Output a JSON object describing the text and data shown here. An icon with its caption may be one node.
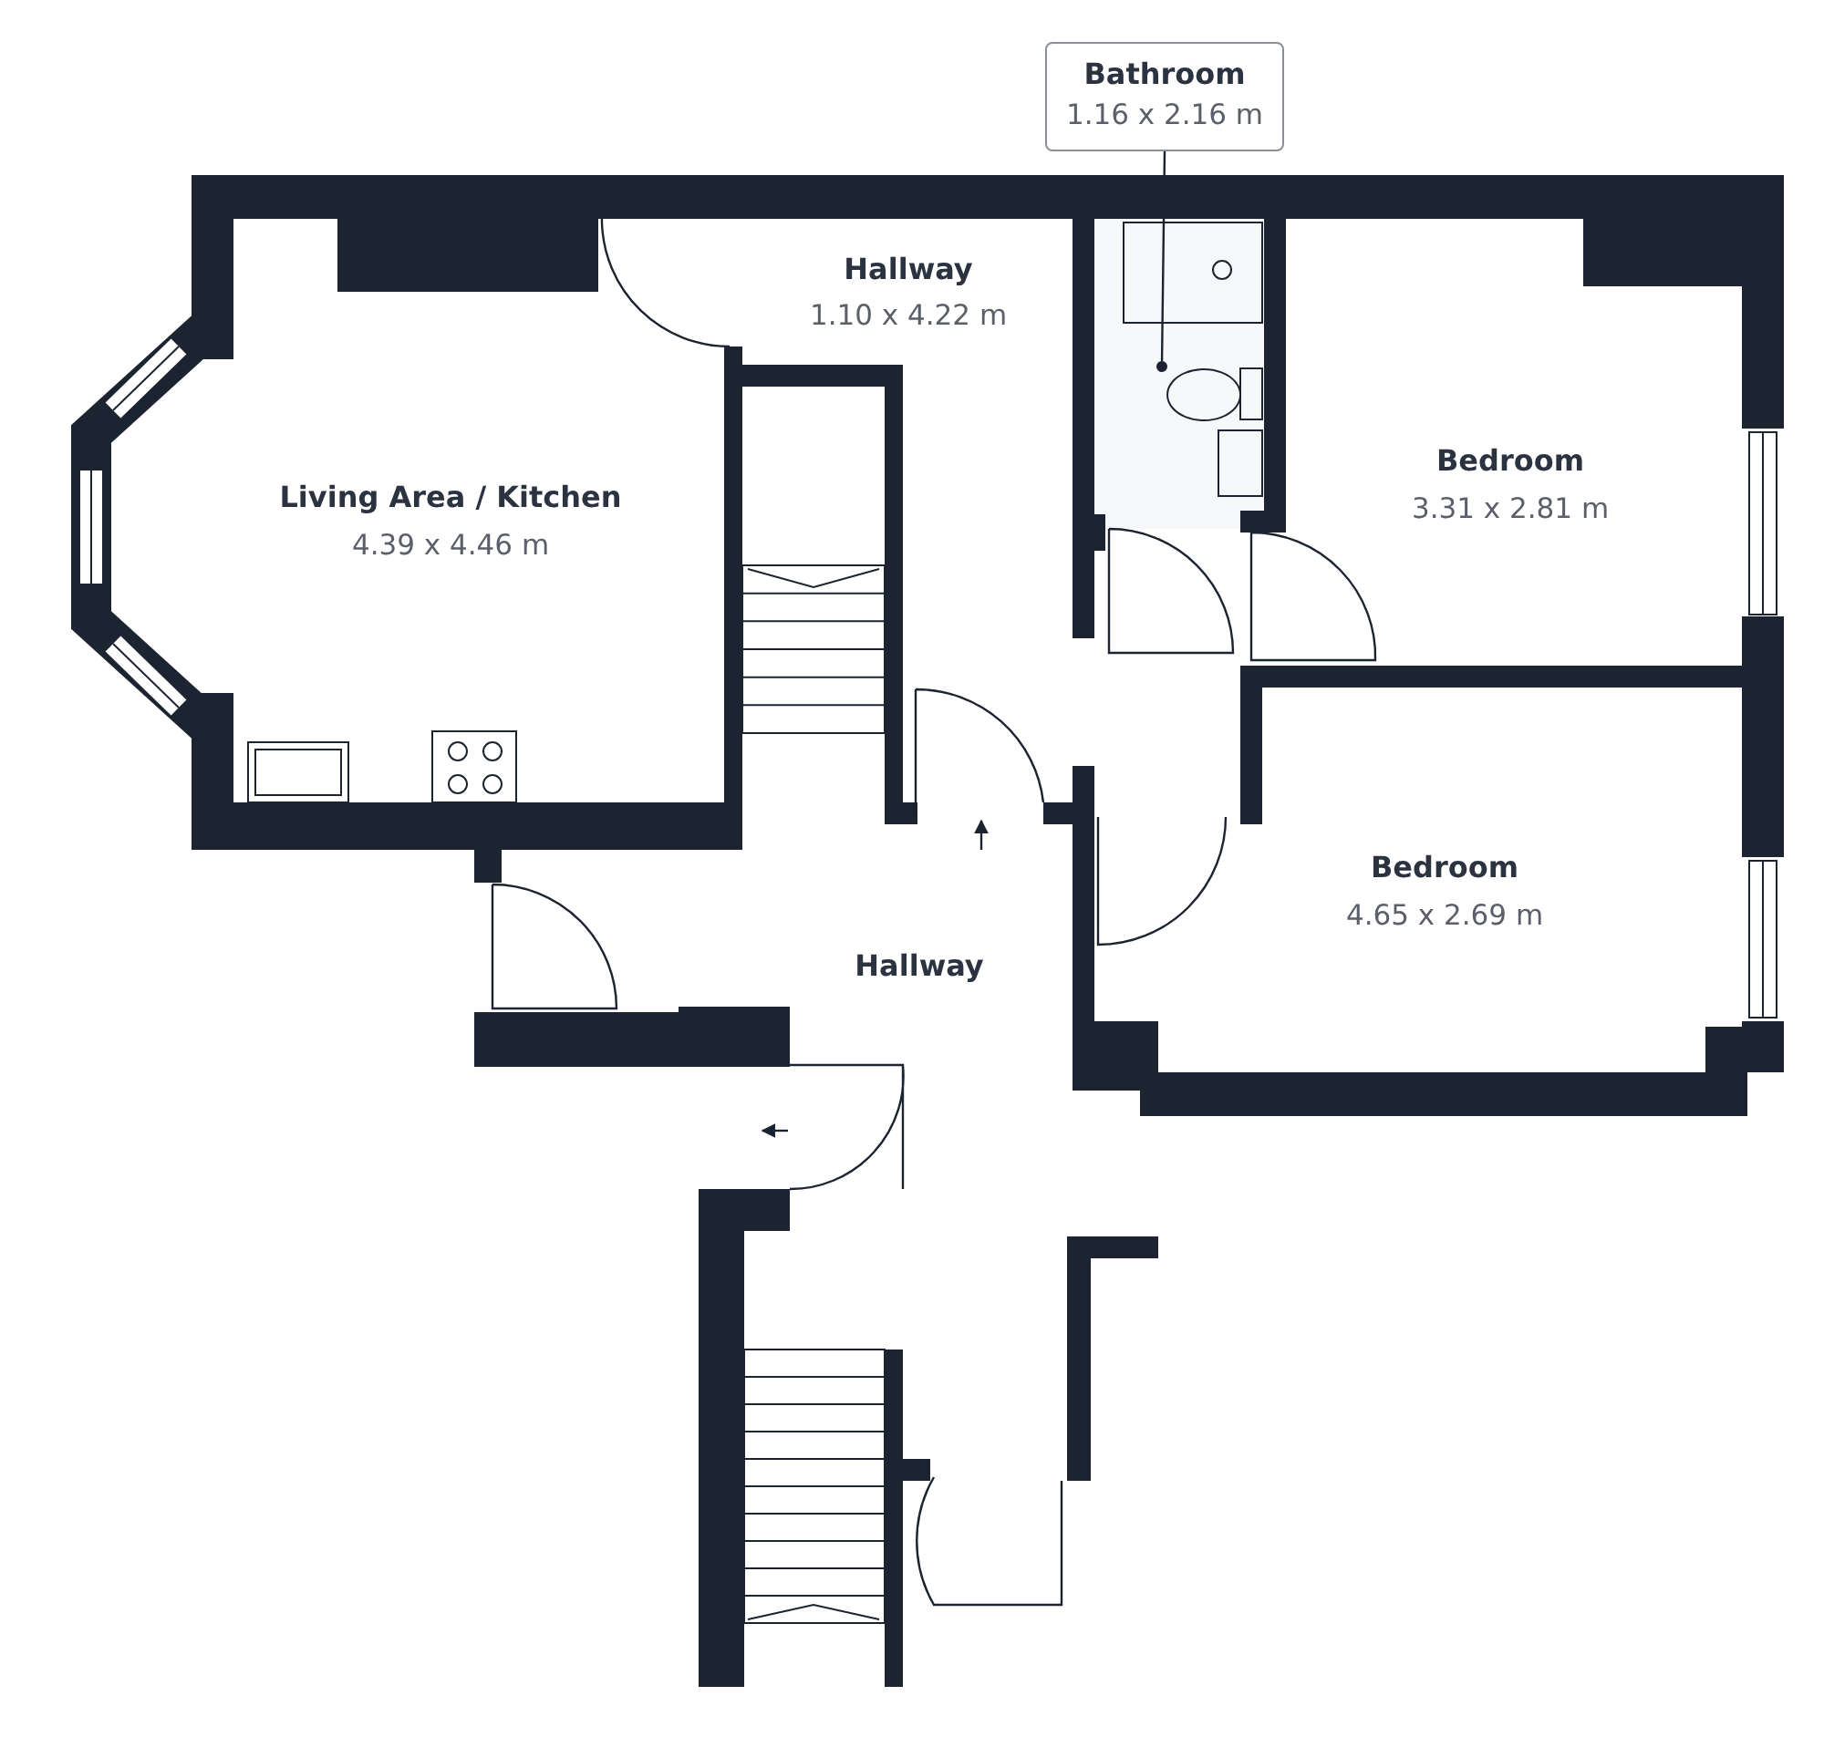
{
  "diagram": {
    "nodes": [
      {
        "text": [
          "Bathroom",
          "1.16 x 2.16 m"
        ]
      },
      {
        "text": [],
        "shape": "box"
      }
    ],
    "edges": [
      {
        "from": 0,
        "to": 1,
        "arrow": "other"
      }
    ],
    "labels": [
      "Hallway",
      "1.10 x 4.22 m",
      "Bedroom",
      "3.31 x 2.81 m",
      "Living Area / Kitchen",
      "4.39 x 4.46 m",
      "Bedroom",
      "4.65 x 2.69 m",
      "Hallway"
    ]
  }
}
